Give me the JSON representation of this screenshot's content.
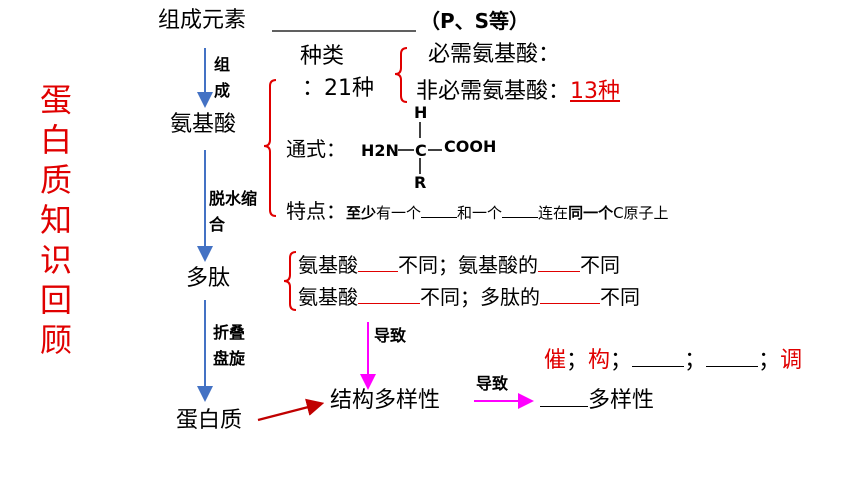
{
  "side_title": [
    "蛋",
    "白",
    "质",
    "知",
    "识",
    "回",
    "顾"
  ],
  "top": {
    "label": "组成元素",
    "suffix": "（P、S等）"
  },
  "flow": {
    "step1": [
      "组",
      "成"
    ],
    "amino": "氨基酸",
    "step2": {
      "line1": "脱水缩",
      "line2": "合"
    },
    "peptide": "多肽",
    "step3": {
      "line1": "折叠",
      "line2": "盘旋"
    },
    "protein": "蛋白质"
  },
  "types": {
    "label1": "种类",
    "label2": "：21种",
    "essential": "必需氨基酸：",
    "nonessential": "非必需氨基酸：",
    "nonessential_value": "13种"
  },
  "formula": {
    "label": "通式：",
    "h_top": "H",
    "h2n": "H2N",
    "c": "C",
    "cooh": "COOH",
    "r": "R"
  },
  "feature": {
    "label": "特点：",
    "b1": "至少",
    "t1": "有一个",
    "t2": "和一个",
    "t3": "连在",
    "b2": "同一个",
    "t4": "C原子上"
  },
  "peptide_diff": {
    "r1a": "氨基酸",
    "r1b": "不同；氨基酸的",
    "r1c": "不同",
    "r2a": "氨基酸",
    "r2b": "不同；多肽的",
    "r2c": "不同"
  },
  "lead1": "导致",
  "lead2": "导致",
  "structure": "结构多样性",
  "function_suffix": "多样性",
  "functions": {
    "f1": "催",
    "sep": "；",
    "f2": "构",
    "f5": "调"
  },
  "colors": {
    "red": "#e00000",
    "blue": "#4472c4",
    "magenta": "#ff00ff",
    "darkred": "#c00000"
  }
}
